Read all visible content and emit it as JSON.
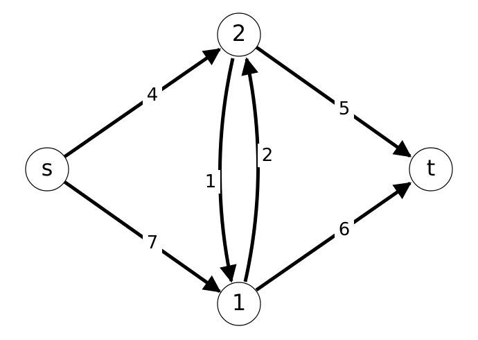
{
  "nodes": [
    {
      "id": "s",
      "label": "s"
    },
    {
      "id": "2",
      "label": "2"
    },
    {
      "id": "1",
      "label": "1"
    },
    {
      "id": "t",
      "label": "t"
    }
  ],
  "edges": [
    {
      "from": "s",
      "to": "2",
      "weight": "4"
    },
    {
      "from": "s",
      "to": "1",
      "weight": "7"
    },
    {
      "from": "2",
      "to": "t",
      "weight": "5"
    },
    {
      "from": "1",
      "to": "t",
      "weight": "6"
    },
    {
      "from": "2",
      "to": "1",
      "weight": "1"
    },
    {
      "from": "1",
      "to": "2",
      "weight": "2"
    }
  ],
  "colors": {
    "edge": "#000000",
    "node_fill": "#ffffff",
    "node_stroke": "#000000"
  }
}
